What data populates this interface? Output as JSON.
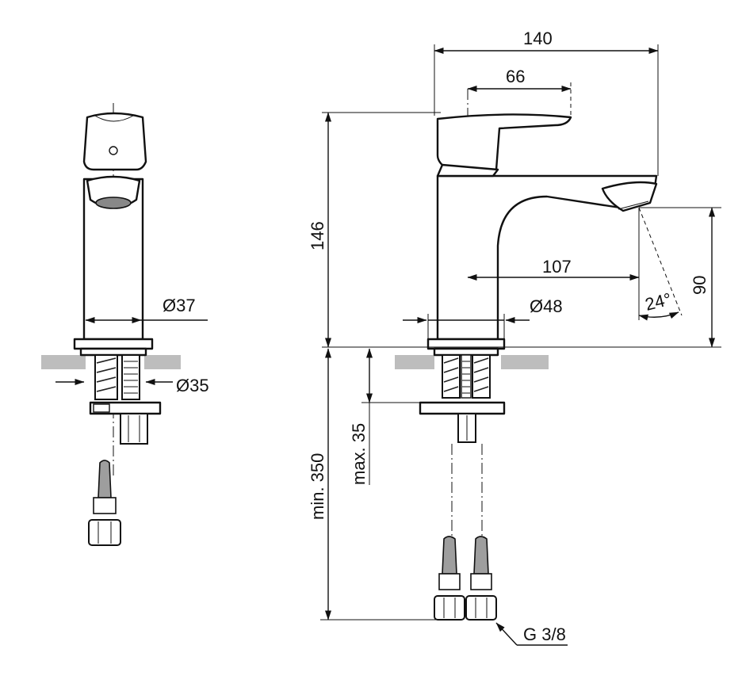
{
  "dimensions": {
    "overall_length": "140",
    "handle_offset": "66",
    "height": "146",
    "spout_reach": "107",
    "spout_height": "90",
    "spray_angle": "24°",
    "body_diameter": "Ø48",
    "side_body_diameter": "Ø37",
    "hole_diameter": "Ø35",
    "max_thickness": "max. 35",
    "min_hose_length": "min. 350",
    "thread": "G 3/8"
  },
  "colors": {
    "line": "#111111",
    "countertop": "#bdbdbd",
    "hose": "#9e9e9e"
  }
}
